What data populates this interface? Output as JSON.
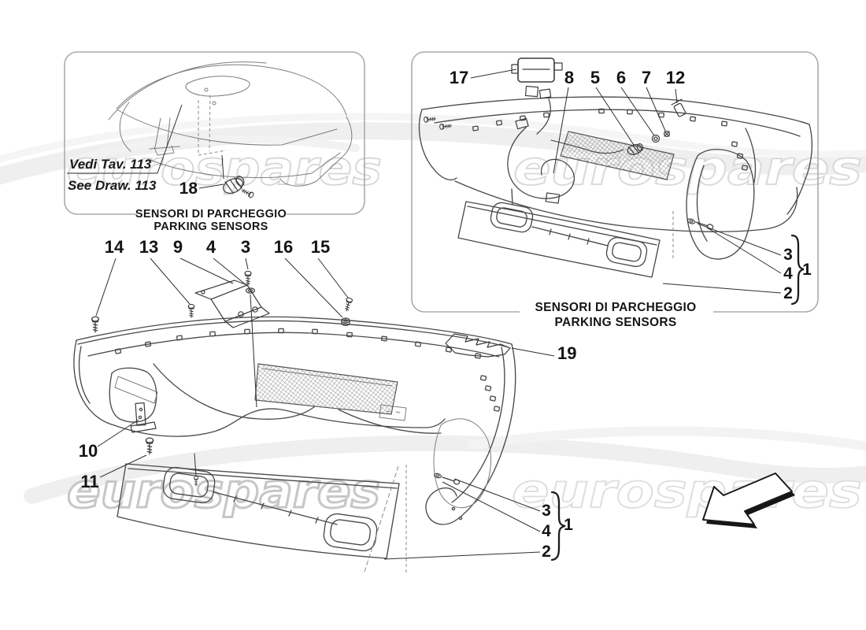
{
  "brand_watermark": "eurospares",
  "inset": {
    "ref_it": "Vedi Tav. 113",
    "ref_en": "See Draw. 113"
  },
  "caption": {
    "it": "SENSORI DI PARCHEGGIO",
    "en": "PARKING SENSORS"
  },
  "callouts": {
    "n1": "1",
    "n2": "2",
    "n3": "3",
    "n4": "4",
    "n5": "5",
    "n6": "6",
    "n7": "7",
    "n8": "8",
    "n9": "9",
    "n10": "10",
    "n11": "11",
    "n12": "12",
    "n13": "13",
    "n14": "14",
    "n15": "15",
    "n16": "16",
    "n17": "17",
    "n18": "18",
    "n19": "19"
  }
}
